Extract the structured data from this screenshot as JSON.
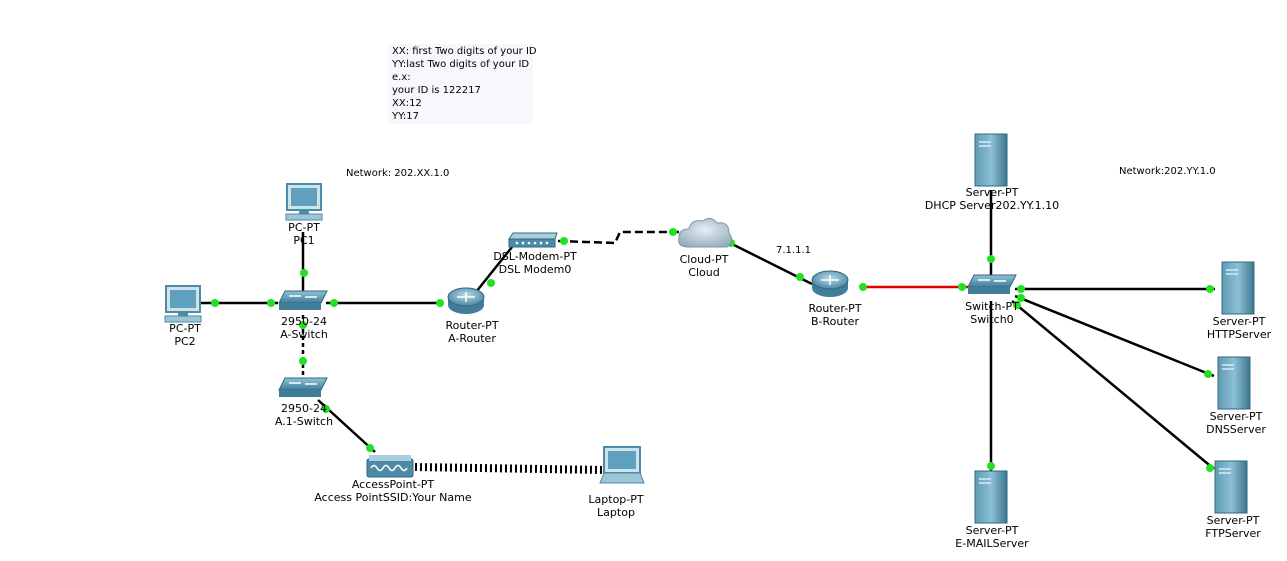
{
  "note": {
    "lines": [
      "XX: first Two digits of your ID",
      "YY:last Two digits of your ID",
      "e.x:",
      "your ID is 122217",
      "XX:12",
      "YY:17"
    ]
  },
  "networks": {
    "left": "Network: 202.XX.1.0",
    "right": "Network:202.YY.1.0",
    "link_label": "7.1.1.1"
  },
  "devices": {
    "pc1": {
      "type": "PC-PT",
      "name": "PC1",
      "icon": "pc-icon"
    },
    "pc2": {
      "type": "PC-PT",
      "name": "PC2",
      "icon": "pc-icon"
    },
    "a_switch": {
      "type": "2950-24",
      "name": "A-Switch",
      "icon": "switch-icon"
    },
    "a1_switch": {
      "type": "2950-24",
      "name": "A.1-Switch",
      "icon": "switch-icon"
    },
    "access_point": {
      "type": "AccessPoint-PT",
      "name": "Access PointSSID:Your Name",
      "icon": "access-point-icon"
    },
    "laptop": {
      "type": "Laptop-PT",
      "name": "Laptop",
      "icon": "laptop-icon"
    },
    "a_router": {
      "type": "Router-PT",
      "name": "A-Router",
      "icon": "router-icon"
    },
    "dsl_modem": {
      "type": "DSL-Modem-PT",
      "name": "DSL Modem0",
      "icon": "modem-icon"
    },
    "cloud": {
      "type": "Cloud-PT",
      "name": "Cloud",
      "icon": "cloud-icon"
    },
    "b_router": {
      "type": "Router-PT",
      "name": "B-Router",
      "icon": "router-icon"
    },
    "switch0": {
      "type": "Switch-PT",
      "name": "Switch0",
      "icon": "switch-icon"
    },
    "dhcp_server": {
      "type": "Server-PT",
      "name": "DHCP Server202.YY.1.10",
      "icon": "server-icon"
    },
    "http_server": {
      "type": "Server-PT",
      "name": "HTTPServer",
      "icon": "server-icon"
    },
    "dns_server": {
      "type": "Server-PT",
      "name": "DNSServer",
      "icon": "server-icon"
    },
    "ftp_server": {
      "type": "Server-PT",
      "name": "FTPServer",
      "icon": "server-icon"
    },
    "mail_server": {
      "type": "Server-PT",
      "name": "E-MAILServer",
      "icon": "server-icon"
    }
  },
  "colors": {
    "link": "#000000",
    "link_red": "#e00000",
    "port_up": "#22e022",
    "device_blue": "#4d8aa8"
  }
}
